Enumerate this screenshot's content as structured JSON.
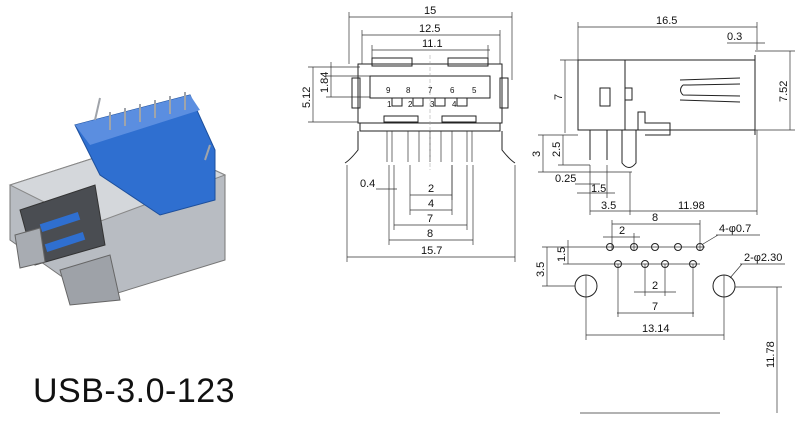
{
  "model_name": "USB-3.0-123",
  "front_view": {
    "width_total": "15",
    "width_shell": "12.5",
    "width_opening": "11.1",
    "height_shell": "5.12",
    "height_opening": "1.84",
    "pin_labels_top": [
      "9",
      "8",
      "7",
      "6",
      "5"
    ],
    "pin_labels_bottom": [
      "1",
      "2",
      "3",
      "4"
    ],
    "pin_width": "0.4",
    "pitch_2": "2",
    "span_4": "4",
    "span_7": "7",
    "span_8": "8",
    "width_legs": "15.7"
  },
  "side_view": {
    "length": "16.5",
    "lip": "0.3",
    "height_body": "7",
    "height_front": "7.52",
    "leg_length": "3",
    "pin_length": "2.5",
    "pin_thickness": "0.25",
    "pin_row_offset": "1.5",
    "leg_offset": "3.5",
    "leg_to_front": "11.98"
  },
  "footprint": {
    "span_8": "8",
    "pitch_top": "2",
    "small_holes": "4-φ0.7",
    "large_holes": "2-φ2.30",
    "row_offset": "1.5",
    "hole_offset": "3.5",
    "pitch_bottom": "2",
    "span_7": "7",
    "hole_spacing": "13.14",
    "edge_distance": "11.78"
  },
  "colors": {
    "connector_blue": "#2f6fd0",
    "metal": "#b8bcc2"
  }
}
